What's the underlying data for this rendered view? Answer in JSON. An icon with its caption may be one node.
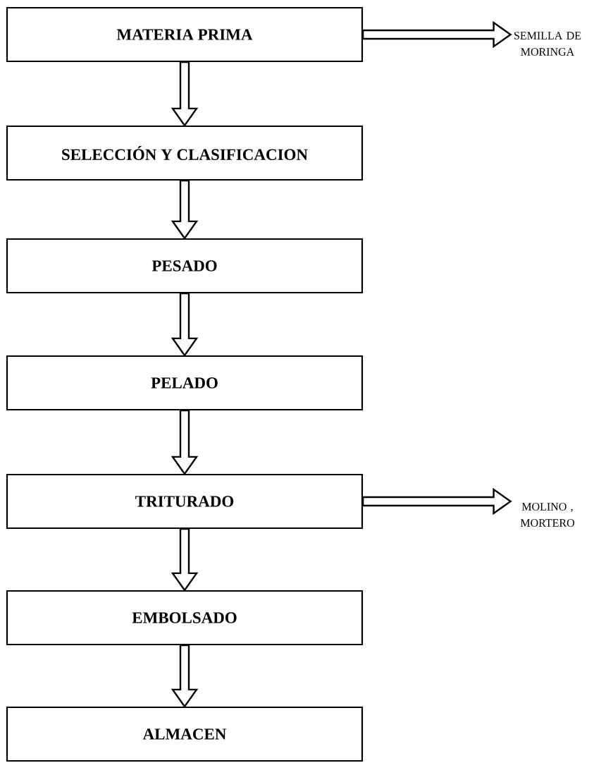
{
  "diagram": {
    "nodes": [
      {
        "text": [
          "MATERIA PRIMA"
        ]
      },
      {
        "text": [
          "SELECCIÓN Y CLASIFICACION"
        ]
      },
      {
        "text": [
          "PESADO"
        ]
      },
      {
        "text": [
          "PELADO"
        ]
      },
      {
        "text": [
          "TRITURADO"
        ]
      },
      {
        "text": [
          "EMBOLSADO"
        ]
      },
      {
        "text": [
          "ALMACEN"
        ]
      },
      {
        "text": [
          "SEMILLA DE MORINGA"
        ]
      },
      {
        "text": [
          "MOLINO , MORTERO"
        ]
      }
    ],
    "edges": [
      {
        "from": 0,
        "to": 1,
        "arrow": "to"
      },
      {
        "from": 1,
        "to": 2,
        "arrow": "to"
      },
      {
        "from": 2,
        "to": 3,
        "arrow": "to"
      },
      {
        "from": 3,
        "to": 4,
        "arrow": "to"
      },
      {
        "from": 4,
        "to": 5,
        "arrow": "to"
      },
      {
        "from": 5,
        "to": 6,
        "arrow": "to"
      },
      {
        "from": 0,
        "to": 7,
        "arrow": "to"
      },
      {
        "from": 4,
        "to": 8,
        "arrow": "to"
      }
    ]
  }
}
